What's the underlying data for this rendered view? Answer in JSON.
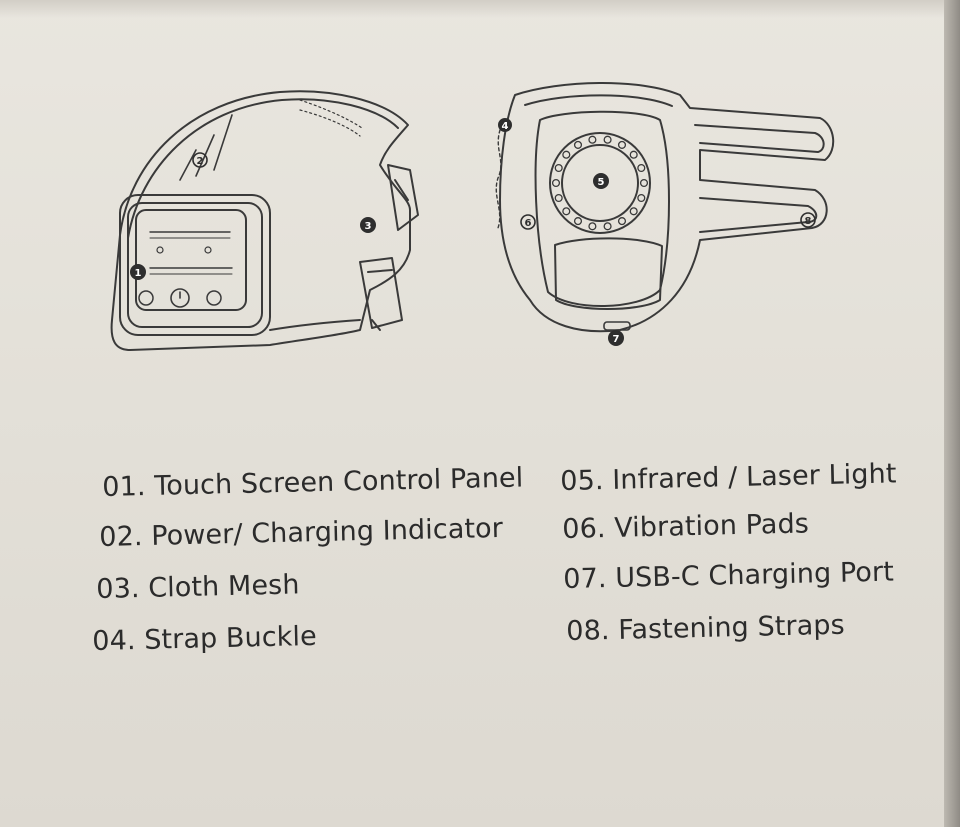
{
  "markers": {
    "m1": "1",
    "m2": "2",
    "m3": "3",
    "m4": "4",
    "m5": "5",
    "m6": "6",
    "m7": "7",
    "m8": "8"
  },
  "legend": {
    "left": [
      "01. Touch Screen Control Panel",
      "02. Power/ Charging Indicator",
      "03. Cloth Mesh",
      "04. Strap Buckle"
    ],
    "right": [
      "05. Infrared / Laser Light",
      "06. Vibration Pads",
      "07. USB-C Charging Port",
      "08. Fastening Straps"
    ]
  },
  "colors": {
    "paper": "#e7e4dd",
    "ink": "#2b2b2b"
  }
}
